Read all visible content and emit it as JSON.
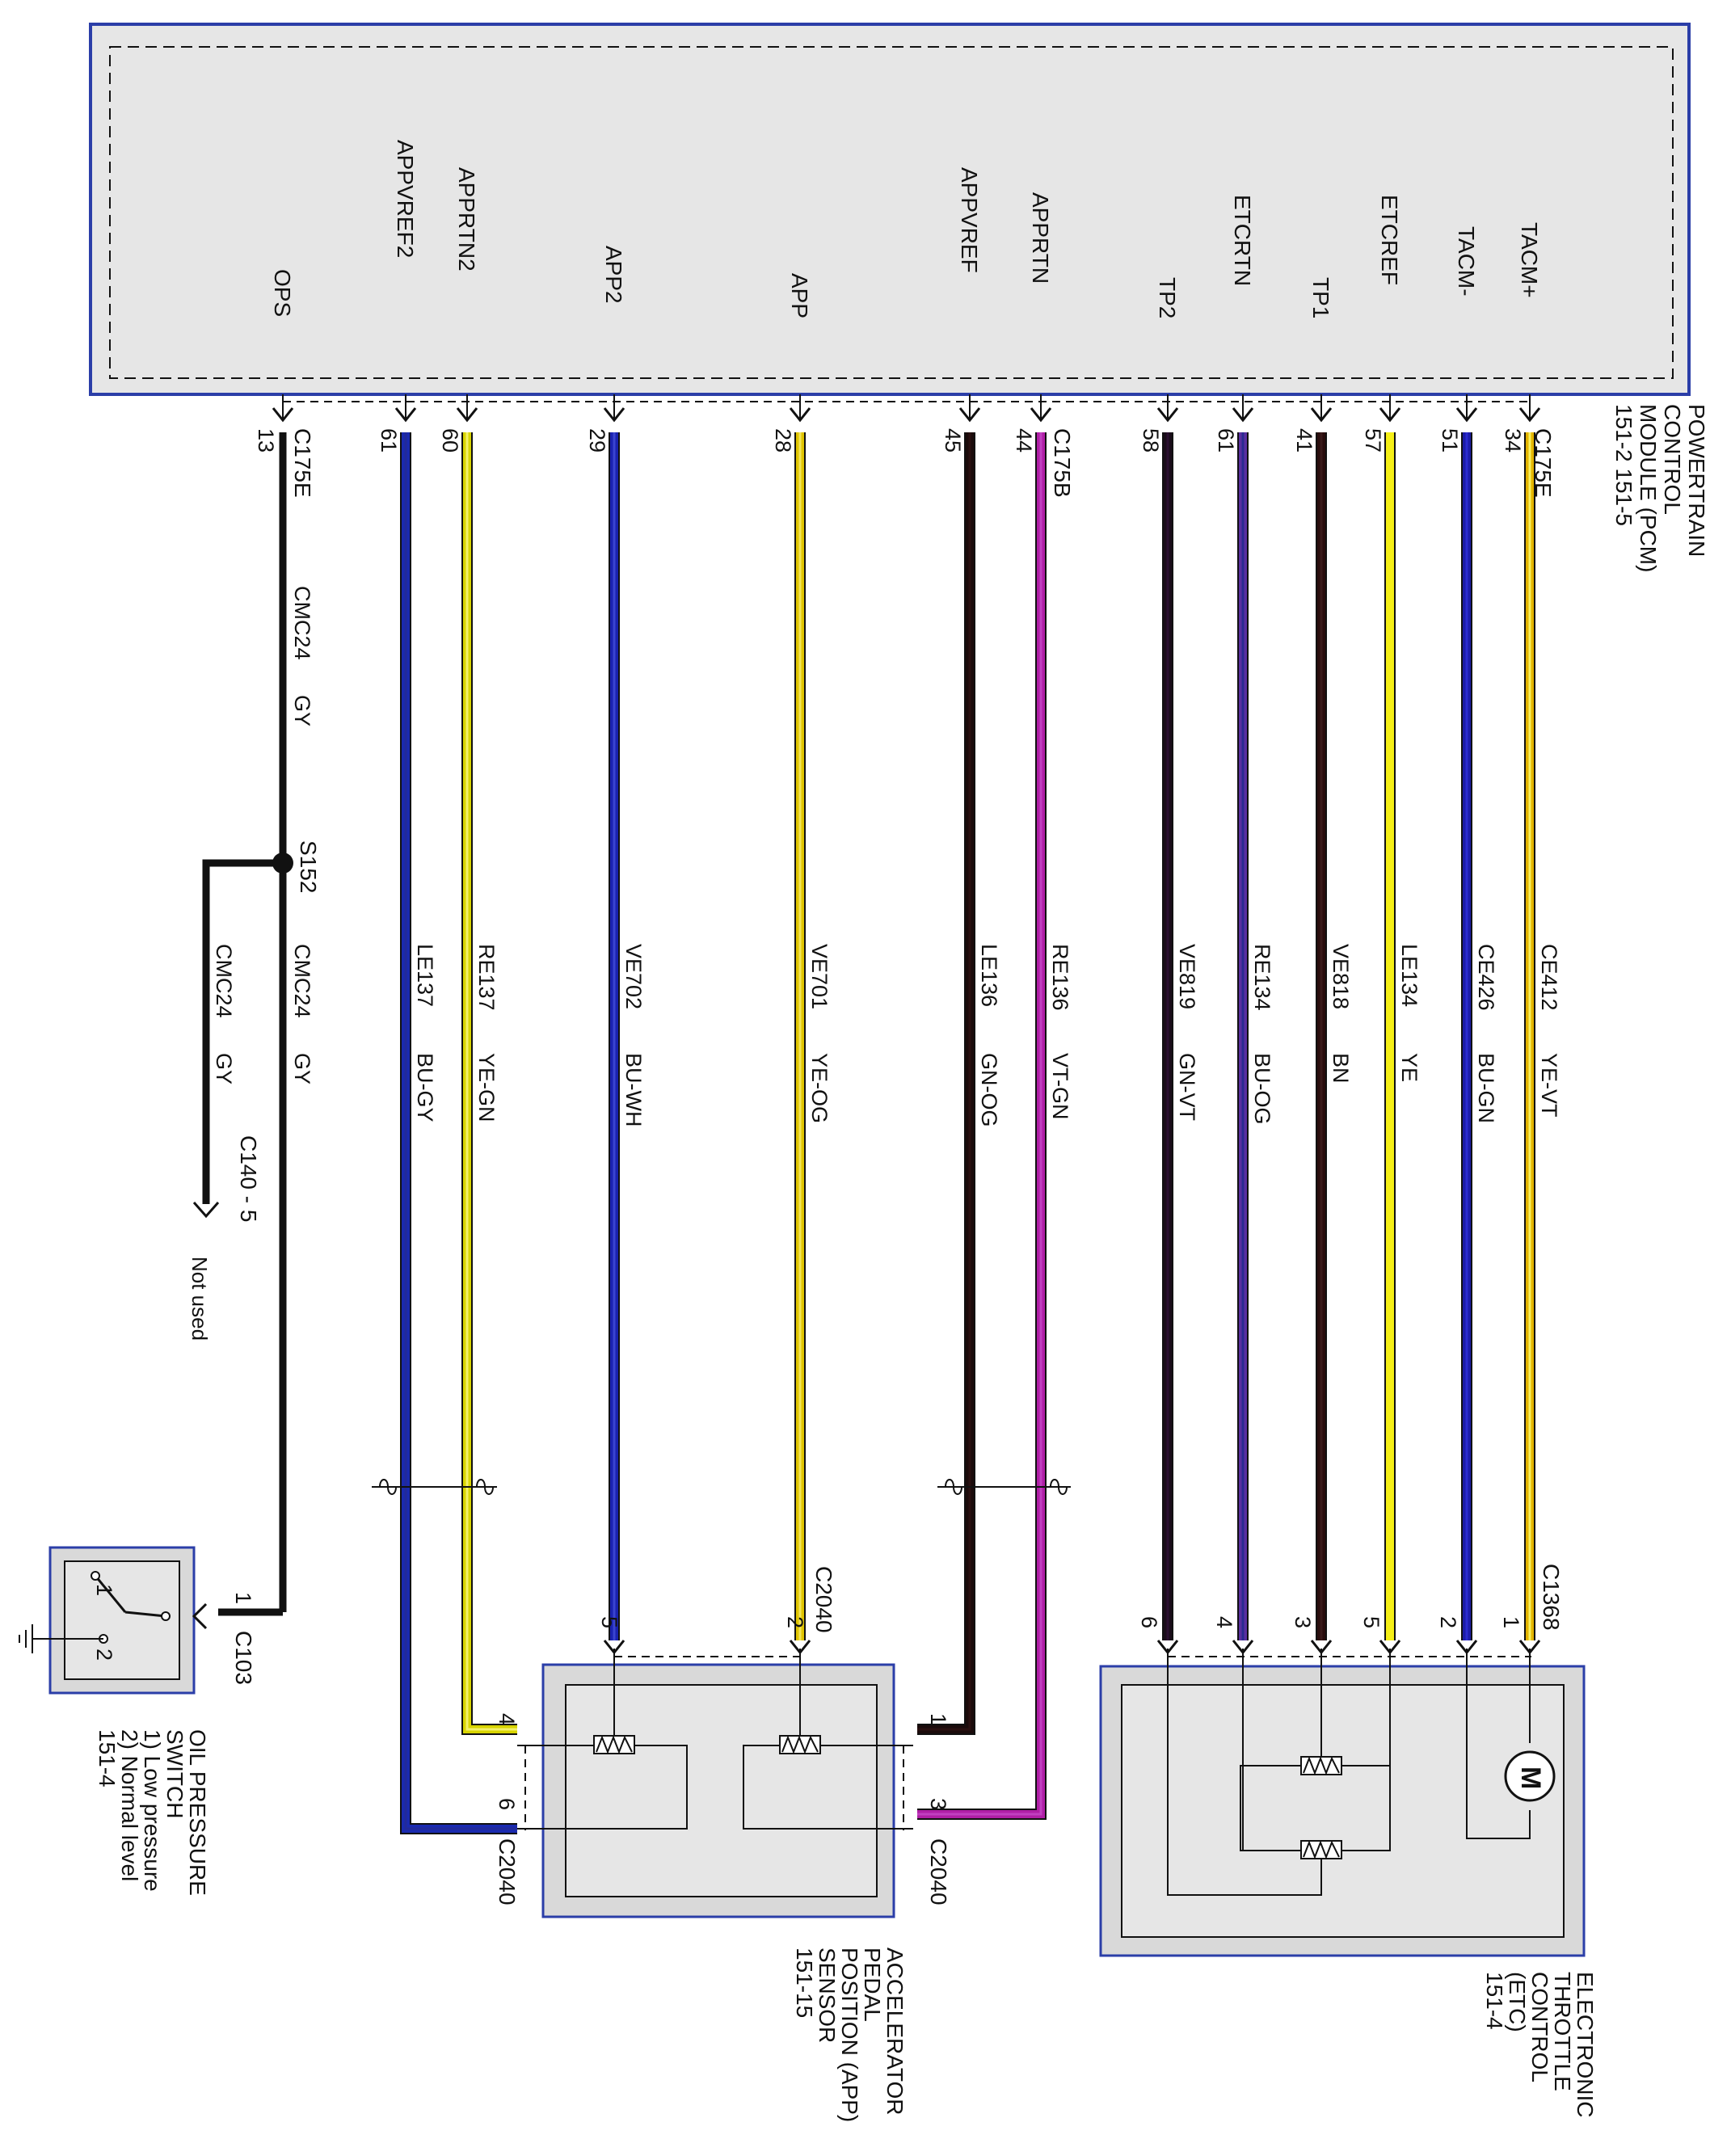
{
  "pcm": {
    "title_lines": [
      "POWERTRAIN",
      "CONTROL",
      "MODULE (PCM)",
      "151-2    151-5"
    ],
    "connector_top": "C175E",
    "connector_mid": "C175B",
    "connector_left": "C175E"
  },
  "signals": [
    "TACM+",
    "TACM-",
    "ETCREF",
    "TP1",
    "ETCRTN",
    "TP2",
    "APPRTN",
    "APPVREF",
    "APP",
    "APP2",
    "APPRTN2",
    "APPVREF2",
    "OPS"
  ],
  "pcm_pins": [
    "34",
    "51",
    "57",
    "41",
    "61",
    "58",
    "44",
    "45",
    "28",
    "29",
    "60",
    "61",
    "13"
  ],
  "circuits": [
    {
      "circuit": "CE412",
      "color": "YE-VT"
    },
    {
      "circuit": "CE426",
      "color": "BU-GN"
    },
    {
      "circuit": "LE134",
      "color": "YE"
    },
    {
      "circuit": "VE818",
      "color": "BN"
    },
    {
      "circuit": "RE134",
      "color": "BU-OG"
    },
    {
      "circuit": "VE819",
      "color": "GN-VT"
    },
    {
      "circuit": "RE136",
      "color": "VT-GN"
    },
    {
      "circuit": "LE136",
      "color": "GN-OG"
    },
    {
      "circuit": "VE701",
      "color": "YE-OG"
    },
    {
      "circuit": "VE702",
      "color": "BU-WH"
    },
    {
      "circuit": "RE137",
      "color": "YE-GN"
    },
    {
      "circuit": "LE137",
      "color": "BU-GY"
    }
  ],
  "ops_wire": {
    "upper": {
      "circuit": "CMC24",
      "color": "GY"
    },
    "lower": {
      "circuit": "CMC24",
      "color": "GY"
    },
    "branch": {
      "circuit": "CMC24",
      "color": "GY"
    },
    "splice": "S152",
    "branch_connector": "C140  -  5",
    "branch_note": "Not used"
  },
  "etc": {
    "connector": "C1368",
    "pins": [
      "1",
      "2",
      "5",
      "3",
      "4",
      "6"
    ],
    "title_lines": [
      "ELECTRONIC",
      "THROTTLE",
      "CONTROL",
      "(ETC)",
      "151-4"
    ],
    "motor_symbol": "M"
  },
  "app_sensor": {
    "connector": "C2040",
    "top_pins": [
      "2",
      "5"
    ],
    "side_pins": [
      "1",
      "3",
      "4",
      "6"
    ],
    "title_lines": [
      "ACCELERATOR",
      "PEDAL",
      "POSITION (APP)",
      "SENSOR",
      "151-15"
    ]
  },
  "oil_switch": {
    "connector": "C103",
    "connector_pin": "1",
    "contacts": [
      "1",
      "2"
    ],
    "title_lines": [
      "OIL PRESSURE",
      "SWITCH",
      "1) Low pressure",
      "2) Normal level",
      "151-4"
    ]
  }
}
